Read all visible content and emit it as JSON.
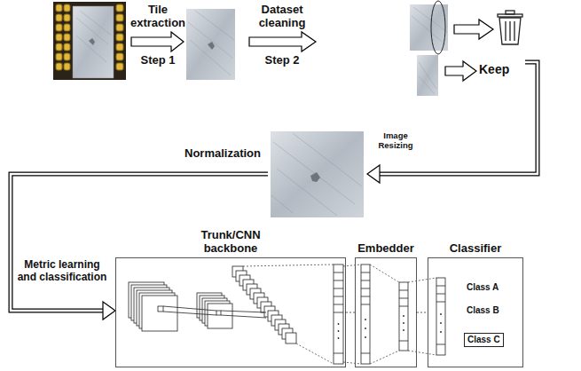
{
  "diagram": {
    "nodes": [
      {
        "text": [
          "Trunk/CNN backbone"
        ]
      },
      {
        "text": [
          "Embedder"
        ]
      },
      {
        "text": [
          "Classifier",
          "Class A",
          "Class B"
        ]
      },
      {
        "text": [
          "Class C"
        ],
        "in": 2
      }
    ],
    "edges": [
      {
        "from": 0,
        "to": 1,
        "arrow": "none"
      },
      {
        "from": 1,
        "to": 2,
        "arrow": "none"
      }
    ],
    "labels": [
      "Tile extraction",
      "Step 1",
      "Dataset cleaning",
      "Step 2",
      "Keep",
      "Image Resizing",
      "Normalization",
      "Metric learning and classification"
    ]
  }
}
